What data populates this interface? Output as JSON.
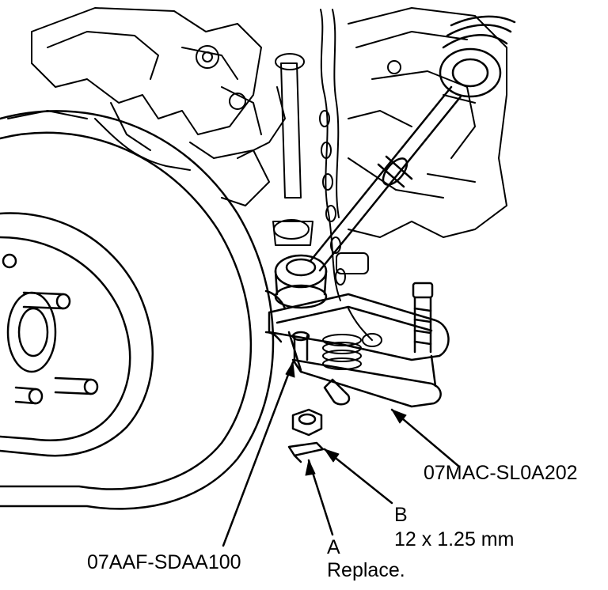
{
  "callouts": {
    "tool_upper": "07MAC-SL0A202",
    "tool_lower": "07AAF-SDAA100",
    "part_a_letter": "A",
    "part_a_note": "Replace.",
    "part_b_letter": "B",
    "part_b_size": "12 x 1.25 mm"
  },
  "colors": {
    "ink": "#000000",
    "paper": "#ffffff"
  }
}
